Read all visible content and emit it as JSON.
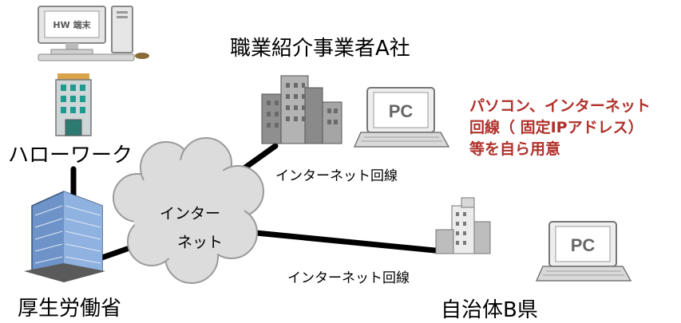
{
  "labels": {
    "hellowork": "ハローワーク",
    "mhlw": "厚生労働省",
    "agency": "職業紹介事業者A社",
    "prefecture": "自治体B県",
    "internet_line_1": "インターネット回線",
    "internet_line_2": "インターネット回線",
    "cloud_line1": "インター",
    "cloud_line2": "ネット"
  },
  "terminal": {
    "screen_text": "HW 端末"
  },
  "pc_labels": {
    "agency_pc": "PC",
    "prefecture_pc": "PC"
  },
  "note": {
    "line1": "パソコン、インターネット",
    "line2": "回線（ 固定IPアドレス）",
    "line3": "等を自ら用意"
  },
  "colors": {
    "note": "#b0302a",
    "cloud": "#dcdcdc",
    "lines": "#000000"
  }
}
